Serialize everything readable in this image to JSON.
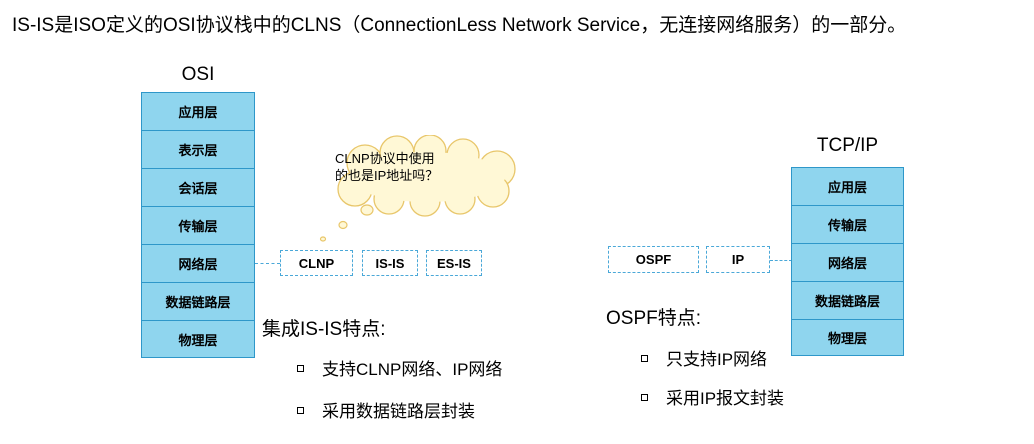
{
  "headline": "IS-IS是ISO定义的OSI协议栈中的CLNS（ConnectionLess Network Service，无连接网络服务）的一部分。",
  "osi": {
    "title": "OSI",
    "layers": [
      "应用层",
      "表示层",
      "会话层",
      "传输层",
      "网络层",
      "数据链路层",
      "物理层"
    ],
    "protocols": [
      "CLNP",
      "IS-IS",
      "ES-IS"
    ]
  },
  "thought": {
    "line1": "CLNP协议中使用",
    "line2": "的也是IP地址吗？"
  },
  "tcpip": {
    "title": "TCP/IP",
    "layers": [
      "应用层",
      "传输层",
      "网络层",
      "数据链路层",
      "物理层"
    ],
    "protocols": [
      "OSPF",
      "IP"
    ]
  },
  "isis_features": {
    "title": "集成IS-IS特点:",
    "items": [
      "支持CLNP网络、IP网络",
      "采用数据链路层封装"
    ]
  },
  "ospf_features": {
    "title": "OSPF特点:",
    "items": [
      "只支持IP网络",
      "采用IP报文封装"
    ]
  },
  "colors": {
    "layer_fill": "#8fd5ee",
    "layer_border": "#2e97c9",
    "dashed_line": "#4aa8d8",
    "thought_fill": "#fff8d6",
    "thought_border": "#e8c66a"
  }
}
